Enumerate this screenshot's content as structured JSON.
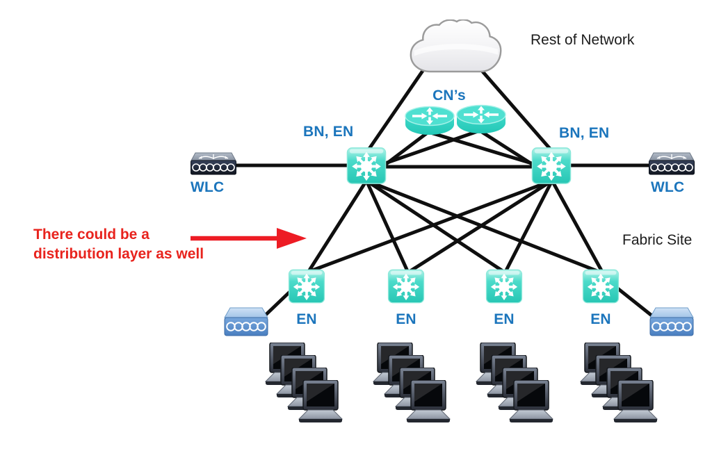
{
  "diagram": {
    "type": "network-topology",
    "labels": {
      "rest_of_network": "Rest of Network",
      "cns": "CN’s",
      "bn_en_left": "BN, EN",
      "bn_en_right": "BN, EN",
      "wlc_left": "WLC",
      "wlc_right": "WLC",
      "en": [
        "EN",
        "EN",
        "EN",
        "EN"
      ],
      "fabric_site": "Fabric Site",
      "annotation_line1": "There could be a",
      "annotation_line2": "distribution layer as well"
    },
    "colors": {
      "label_blue": "#1B75BC",
      "annotation_red": "#E8231D",
      "link_black": "#0F0F0F",
      "device_teal": "#3ED6C5",
      "wlc_dark_navy": "#1E2735",
      "access_point_blue": "#5E92D2"
    },
    "nodes": [
      {
        "id": "cloud",
        "kind": "cloud",
        "label": "Rest of Network"
      },
      {
        "id": "cn-router-1",
        "kind": "router",
        "label": "CN’s"
      },
      {
        "id": "cn-router-2",
        "kind": "router",
        "label": "CN’s"
      },
      {
        "id": "bn-en-switch-left",
        "kind": "multilayer-switch",
        "label": "BN, EN"
      },
      {
        "id": "bn-en-switch-right",
        "kind": "multilayer-switch",
        "label": "BN, EN"
      },
      {
        "id": "wlc-left",
        "kind": "wireless-lan-controller",
        "label": "WLC"
      },
      {
        "id": "wlc-right",
        "kind": "wireless-lan-controller",
        "label": "WLC"
      },
      {
        "id": "en-switch-1",
        "kind": "multilayer-switch",
        "label": "EN"
      },
      {
        "id": "en-switch-2",
        "kind": "multilayer-switch",
        "label": "EN"
      },
      {
        "id": "en-switch-3",
        "kind": "multilayer-switch",
        "label": "EN"
      },
      {
        "id": "en-switch-4",
        "kind": "multilayer-switch",
        "label": "EN"
      },
      {
        "id": "ap-left",
        "kind": "access-point",
        "label": ""
      },
      {
        "id": "ap-right",
        "kind": "access-point",
        "label": ""
      }
    ],
    "links": [
      {
        "from": "cloud",
        "to": "bn-en-switch-left",
        "points": [
          612,
          96,
          531,
          214
        ]
      },
      {
        "from": "cloud",
        "to": "bn-en-switch-right",
        "points": [
          688,
          96,
          791,
          214
        ]
      },
      {
        "from": "cn-router-1",
        "to": "bn-en-switch-left",
        "points": [
          616,
          190,
          554,
          237
        ]
      },
      {
        "from": "cn-router-1",
        "to": "bn-en-switch-right",
        "points": [
          616,
          190,
          768,
          236
        ]
      },
      {
        "from": "cn-router-2",
        "to": "bn-en-switch-left",
        "points": [
          690,
          188,
          554,
          235
        ]
      },
      {
        "from": "cn-router-2",
        "to": "bn-en-switch-right",
        "points": [
          690,
          188,
          768,
          238
        ]
      },
      {
        "from": "bn-en-switch-left",
        "to": "bn-en-switch-right",
        "points": [
          550,
          240,
          772,
          240
        ]
      },
      {
        "from": "wlc-left",
        "to": "bn-en-switch-left",
        "points": [
          336,
          238,
          504,
          238
        ]
      },
      {
        "from": "bn-en-switch-right",
        "to": "wlc-right",
        "points": [
          820,
          238,
          938,
          238
        ]
      },
      {
        "from": "bn-en-switch-left",
        "to": "en-switch-1",
        "points": [
          527,
          260,
          443,
          392
        ]
      },
      {
        "from": "bn-en-switch-left",
        "to": "en-switch-2",
        "points": [
          527,
          260,
          586,
          390
        ]
      },
      {
        "from": "bn-en-switch-left",
        "to": "en-switch-3",
        "points": [
          527,
          260,
          726,
          392
        ]
      },
      {
        "from": "bn-en-switch-left",
        "to": "en-switch-4",
        "points": [
          527,
          260,
          864,
          392
        ]
      },
      {
        "from": "bn-en-switch-right",
        "to": "en-switch-1",
        "points": [
          794,
          260,
          444,
          391
        ]
      },
      {
        "from": "bn-en-switch-right",
        "to": "en-switch-2",
        "points": [
          794,
          260,
          587,
          392
        ]
      },
      {
        "from": "bn-en-switch-right",
        "to": "en-switch-3",
        "points": [
          794,
          260,
          727,
          391
        ]
      },
      {
        "from": "bn-en-switch-right",
        "to": "en-switch-4",
        "points": [
          794,
          260,
          866,
          391
        ]
      },
      {
        "from": "ap-left",
        "to": "en-switch-1",
        "points": [
          377,
          458,
          424,
          413
        ]
      },
      {
        "from": "en-switch-4",
        "to": "ap-right",
        "points": [
          887,
          414,
          946,
          461
        ]
      }
    ],
    "endpoint_groups": [
      {
        "laptops": 4
      },
      {
        "laptops": 4
      },
      {
        "laptops": 4
      },
      {
        "laptops": 4
      }
    ]
  }
}
